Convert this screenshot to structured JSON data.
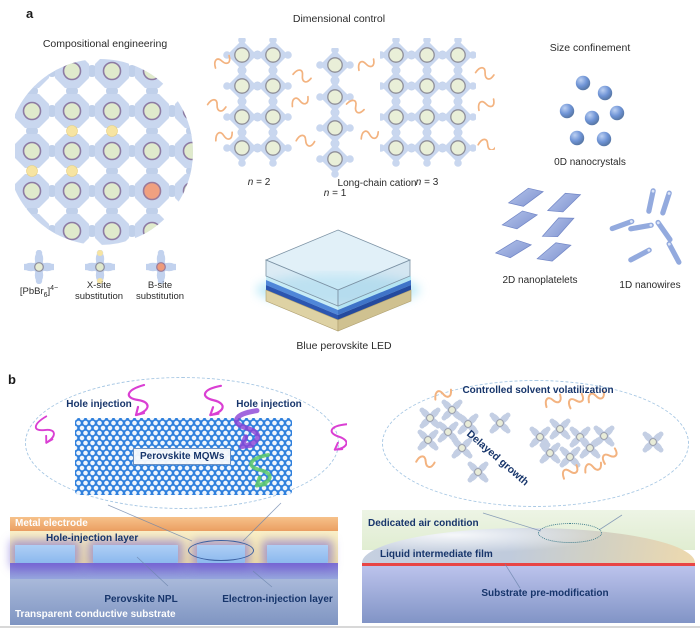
{
  "figure": {
    "panel_a_label": "a",
    "panel_b_label": "b"
  },
  "compositional": {
    "title": "Compositional engineering",
    "legend": {
      "formula_pre": "[PbBr",
      "formula_sub": "6",
      "formula_close": "]",
      "formula_sup": "4−",
      "x_site": "X-site substitution",
      "b_site": "B-site substitution"
    }
  },
  "dimensional": {
    "title": "Dimensional control",
    "n_var": "n",
    "n2_suffix": " = 2",
    "n1_suffix": " = 1",
    "n3_suffix": " = 3",
    "long_chain": "Long-chain cation"
  },
  "size_confinement": {
    "title": "Size confinement",
    "d0": "0D nanocrystals",
    "d2": "2D nanoplatelets",
    "d1": "1D nanowires"
  },
  "led": {
    "caption": "Blue perovskite LED"
  },
  "mqw_panel": {
    "hole_injection_left": "Hole injection",
    "hole_injection_right": "Hole injection",
    "box": "Perovskite MQWs"
  },
  "device_left": {
    "metal": "Metal electrode",
    "hil": "Hole-injection layer",
    "npl": "Perovskite NPL",
    "eil": "Electron-injection layer",
    "substrate": "Transparent conductive substrate"
  },
  "growth_panel": {
    "title": "Controlled solvent volatilization",
    "delayed": "Delayed growth"
  },
  "device_right": {
    "air": "Dedicated air condition",
    "film": "Liquid intermediate film",
    "substrate": "Substrate pre-modification"
  },
  "colors": {
    "lattice_blue": "#c9d7ef",
    "inner_green": "#e0eacc",
    "x_site_yellow": "#f6e4a2",
    "b_site_orange": "#f0a080",
    "cation_orange": "#f3b380",
    "mqw_blue": "#2f80dd",
    "magenta": "#da3fd3",
    "hole_purple": "#8b42d6",
    "electron_green": "#5ecb6a",
    "navy_text": "#17356b",
    "metal_orange": "#eb9f62",
    "red_film_line": "#e84545"
  }
}
